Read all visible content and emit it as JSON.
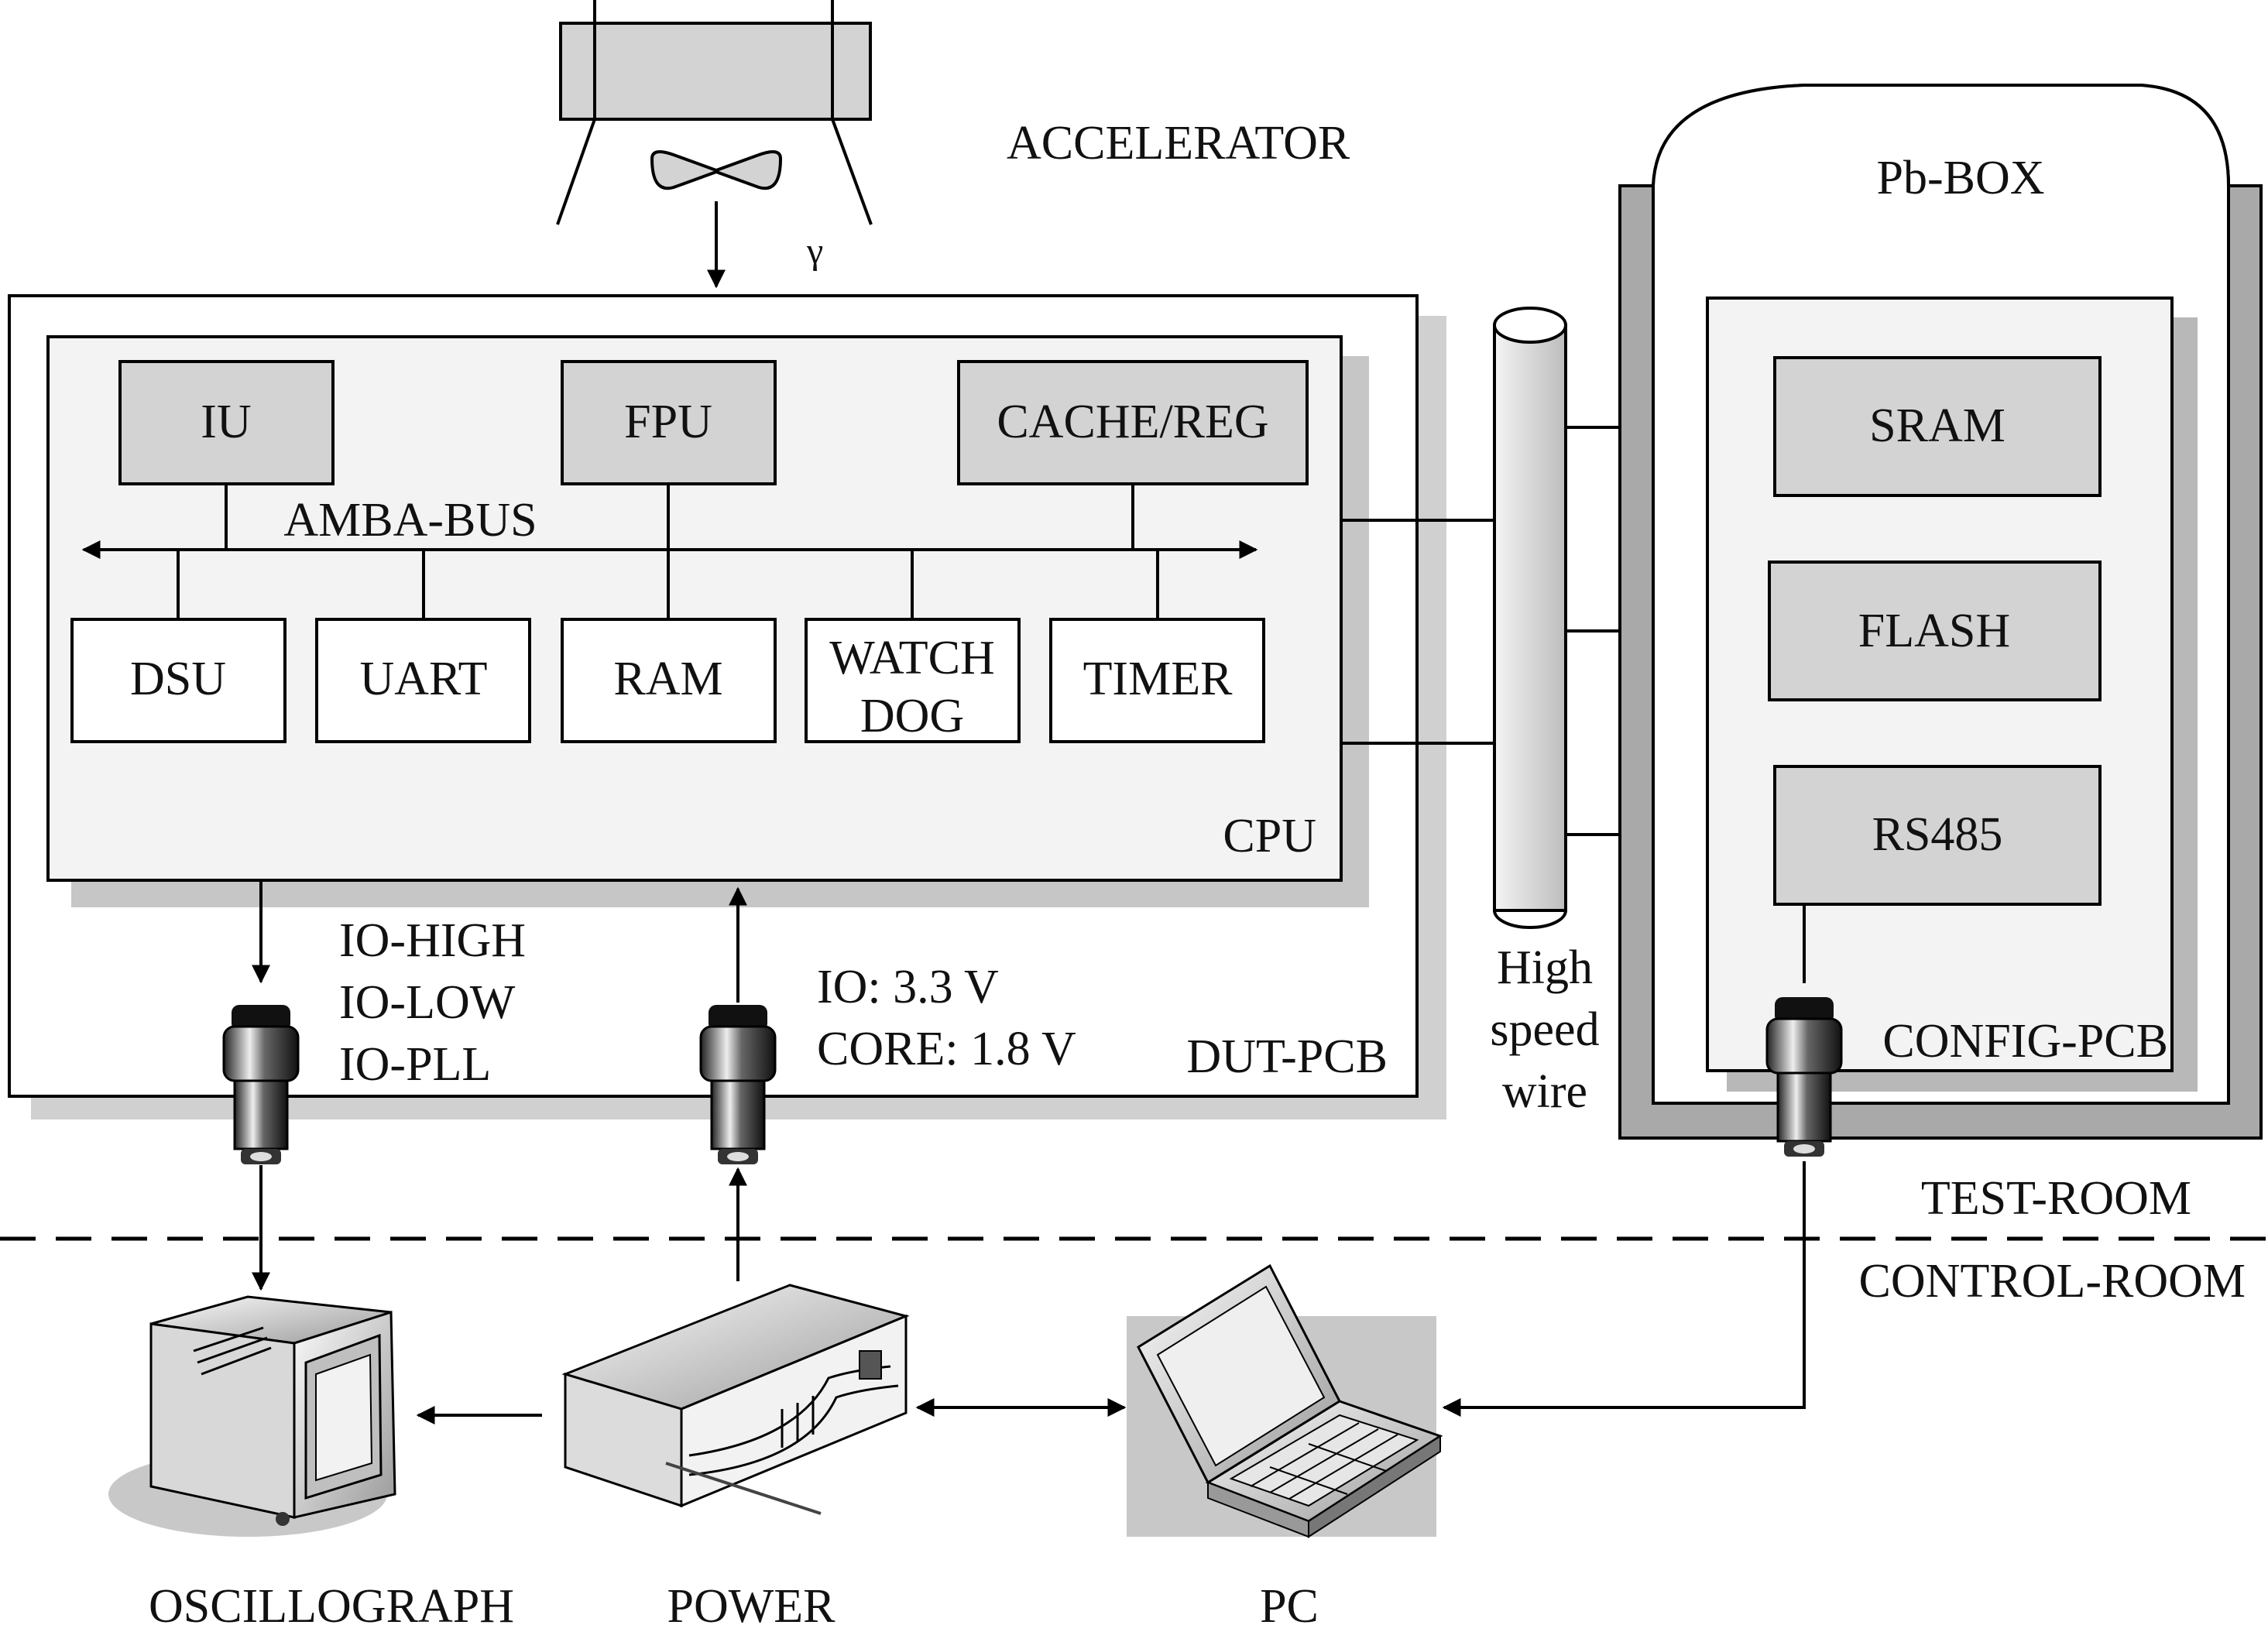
{
  "diagram": {
    "accelerator_label": "ACCELERATOR",
    "gamma_label": "γ",
    "pb_box_label": "Pb-BOX",
    "dut_pcb_label": "DUT-PCB",
    "cpu_label": "CPU",
    "amba_bus_label": "AMBA-BUS",
    "cpu_top_blocks": [
      "IU",
      "FPU",
      "CACHE/REG"
    ],
    "cpu_bottom_blocks": [
      "DSU",
      "UART",
      "RAM",
      "WATCH",
      "DOG",
      "TIMER"
    ],
    "io_signals": [
      "IO-HIGH",
      "IO-LOW",
      "IO-PLL"
    ],
    "voltages": [
      "IO: 3.3 V",
      "CORE: 1.8 V"
    ],
    "wire_label": [
      "High",
      "speed",
      "wire"
    ],
    "config_blocks": [
      "SRAM",
      "FLASH",
      "RS485"
    ],
    "config_pcb_label": "CONFIG-PCB",
    "test_room_label": "TEST-ROOM",
    "control_room_label": "CONTROL-ROOM",
    "devices": [
      "OSCILLOGRAPH",
      "POWER",
      "PC"
    ]
  }
}
